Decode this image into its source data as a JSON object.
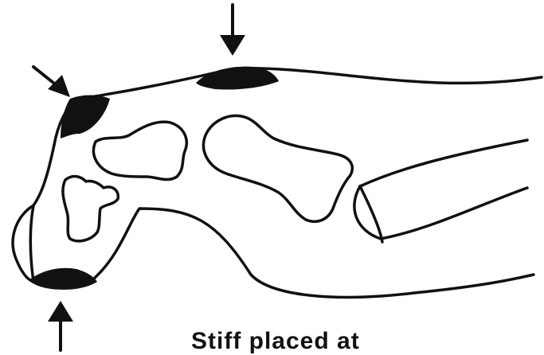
{
  "caption": "Stiff placed at",
  "colors": {
    "ink": "#111111",
    "background": "#ffffff"
  },
  "markers": {
    "arrow_count": 3,
    "padding_count": 3
  }
}
